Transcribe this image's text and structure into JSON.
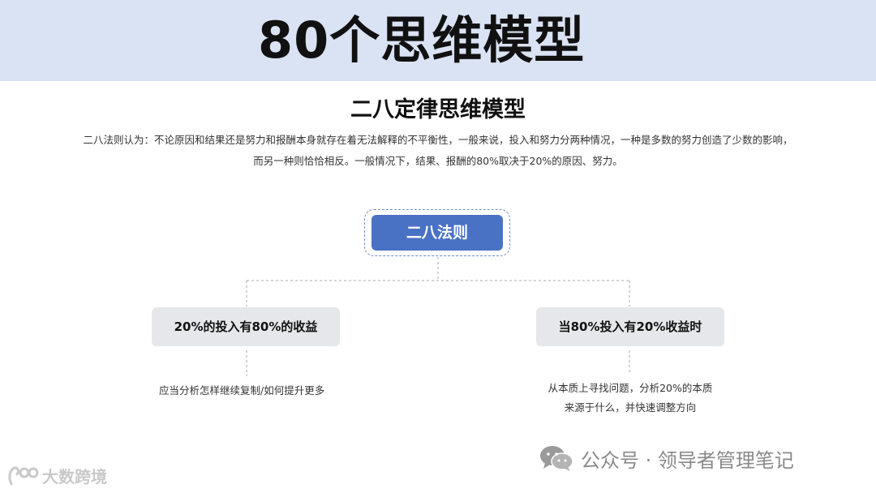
{
  "header": {
    "title": "80个思维模型"
  },
  "model": {
    "title": "二八定律思维模型",
    "description_line1": "二八法则认为：不论原因和结果还是努力和报酬本身就存在着无法解释的不平衡性，一般来说，投入和努力分两种情况，一种是多数的努力创造了少数的影响，",
    "description_line2": "而另一种则恰恰相反。一般情况下，结果、报酬的80%取决于20%的原因、努力。"
  },
  "diagram": {
    "root": "二八法则",
    "branches": [
      {
        "label": "20%的投入有80%的收益",
        "detail": "应当分析怎样继续复制/如何提升更多"
      },
      {
        "label": "当80%投入有20%收益时",
        "detail": "从本质上寻找问题，分析20%的本质来源于什么，并快速调整方向"
      }
    ]
  },
  "watermark": {
    "text": "公众号 · 领导者管理笔记",
    "icon": "wechat-icon"
  },
  "brand": {
    "text": "大数跨境",
    "icon": "brand-logo-icon"
  },
  "colors": {
    "header_band": "#dae3f3",
    "root_fill": "#4a72c4",
    "branch_fill": "#e5e7ea",
    "connector": "#a9a9a9"
  }
}
